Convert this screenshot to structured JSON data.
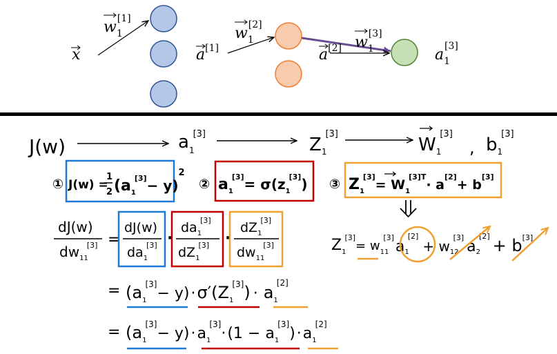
{
  "colors": {
    "blue_node_fill": "#b4c7e7",
    "blue_node_stroke": "#2f5597",
    "orange_node_fill": "#f8cbad",
    "orange_node_stroke": "#ed7d31",
    "green_node_fill": "#c5e0b4",
    "green_node_stroke": "#548235",
    "highlight_arrow": "#6a4c93",
    "box_blue": "#1f78d1",
    "box_red": "#c00000",
    "box_orange": "#f0a030",
    "divider": "#000000"
  },
  "network": {
    "input_x": "x",
    "w1_1": "w",
    "w1_1_sub": "1",
    "w1_1_sup": "[1]",
    "a1": "a",
    "a1_sup": "[1]",
    "w1_2": "w",
    "w1_2_sub": "1",
    "w1_2_sup": "[2]",
    "a2": "a",
    "a2_sup": "[2]",
    "w1_3": "w",
    "w1_3_sub": "1",
    "w1_3_sup": "[3]",
    "out": "a",
    "out_sub": "1",
    "out_sup": "[3]"
  },
  "chain": {
    "j": "J(w)",
    "a13": "a",
    "a13_sub": "1",
    "a13_sup": "[3]",
    "z13": "Z",
    "z13_sub": "1",
    "z13_sup": "[3]",
    "w": "W",
    "w_sub": "1",
    "w_sup": "[3]",
    "comma": ",",
    "b": "b",
    "b_sub": "1",
    "b_sup": "[3]"
  },
  "eq1": {
    "num": "①",
    "lhs": "J(w) =",
    "frac_n": "1",
    "frac_d": "2",
    "body": "(a",
    "sub": "1",
    "sup": "[3]",
    "tail": "− y)",
    "pow": "2"
  },
  "eq2": {
    "num": "②",
    "a": "a",
    "a_sub": "1",
    "a_sup": "[3]",
    "eq": "= σ(z",
    "z_sub": "1",
    "z_sup": "[3]",
    "close": ")"
  },
  "eq3": {
    "num": "③",
    "z": "Z",
    "z_sub": "1",
    "z_sup": "[3]",
    "eq": "= W",
    "w_sub": "1",
    "w_sup": "[3]T",
    "dot": "· a",
    "a_sup": "[2]",
    "plus": "+ b",
    "b_sup": "[3]"
  },
  "expanded_z": {
    "z": "Z",
    "z_sub": "1",
    "z_sup": "[3]",
    "eq": "= w",
    "w11_sub": "11",
    "w11_sup": "[3]",
    "a1": "a",
    "a1_sub": "1",
    "a1_sup": "[2]",
    "plus1": "+ w",
    "w12_sub": "12",
    "w12_sup": "[3]",
    "a2": "a",
    "a2_sub": "2",
    "a2_sup": "[2]",
    "plus2": "+ b",
    "b_sup": "[3]"
  },
  "derivative": {
    "lhs_num": "dJ(w)",
    "lhs_den": "dw",
    "lhs_den_sub": "11",
    "lhs_den_sup": "[3]",
    "eq": "=",
    "f1_num": "dJ(w)",
    "f1_den": "da",
    "f1_den_sub": "1",
    "f1_den_sup": "[3]",
    "f2_num": "da",
    "f2_num_sub": "1",
    "f2_num_sup": "[3]",
    "f2_den": "dZ",
    "f2_den_sub": "1",
    "f2_den_sup": "[3]",
    "f3_num": "dZ",
    "f3_num_sub": "1",
    "f3_num_sup": "[3]",
    "f3_den": "dw",
    "f3_den_sub": "11",
    "f3_den_sup": "[3]",
    "dot": "·"
  },
  "line2": {
    "eq": "=",
    "p1": "(a",
    "p1_sub": "1",
    "p1_sup": "[3]",
    "p1_tail": "− y)",
    "dot1": "·",
    "sig": "σ′(Z",
    "sig_sub": "1",
    "sig_sup": "[3]",
    "sig_close": ")",
    "dot2": "·",
    "a": "a",
    "a_sub": "1",
    "a_sup": "[2]"
  },
  "line3": {
    "eq": "=",
    "p1": "(a",
    "p1_sub": "1",
    "p1_sup": "[3]",
    "p1_tail": "− y)",
    "dot1": "·",
    "a": "a",
    "a_sub": "1",
    "a_sup": "[3]",
    "dot2": "·",
    "p2": "(1 − a",
    "p2_sub": "1",
    "p2_sup": "[3]",
    "p2_close": ")",
    "dot3": "·",
    "a2": "a",
    "a2_sub": "1",
    "a2_sup": "[2]"
  }
}
